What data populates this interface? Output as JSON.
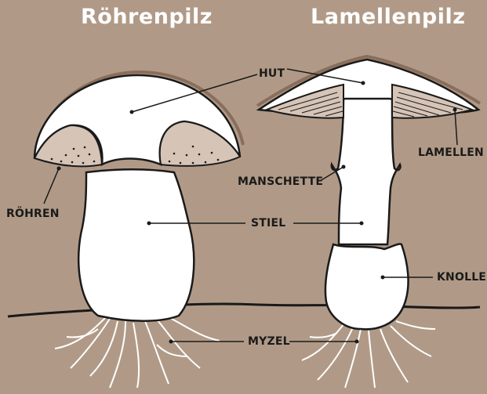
{
  "titles": {
    "left": "Röhrenpilz",
    "right": "Lamellenpilz"
  },
  "labels": {
    "hut": "HUT",
    "lamellen": "LAMELLEN",
    "manschette": "MANSCHETTE",
    "roehren": "RÖHREN",
    "stiel": "STIEL",
    "knolle": "KNOLLE",
    "myzel": "MYZEL"
  },
  "colors": {
    "background": "#b09a87",
    "fill": "#ffffff",
    "outline": "#1a1a1a",
    "gills": "#d6c4b6",
    "cap_rim": "#8a6e5c"
  }
}
